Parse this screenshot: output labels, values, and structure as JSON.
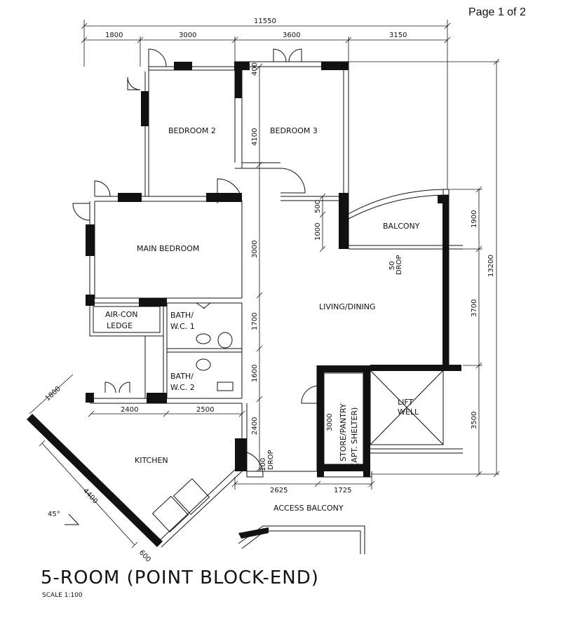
{
  "page_label": "Page 1 of 2",
  "title": "5-ROOM (POINT BLOCK-END)",
  "scale": "SCALE   1:100",
  "rooms": {
    "bedroom2": "BEDROOM  2",
    "bedroom3": "BEDROOM  3",
    "main_bedroom": "MAIN  BEDROOM",
    "balcony": "BALCONY",
    "living_dining": "LIVING/DINING",
    "aircon_ledge_1": "AIR-CON",
    "aircon_ledge_2": "LEDGE",
    "bath1_1": "BATH/",
    "bath1_2": "W.C.  1",
    "bath2_1": "BATH/",
    "bath2_2": "W.C.  2",
    "kitchen": "KITCHEN",
    "store_1": "STORE/PANTRY",
    "store_2": "(APT. SHELTER)",
    "lift_1": "LIFT",
    "lift_2": "WELL",
    "access_balcony": "ACCESS  BALCONY"
  },
  "dimensions": {
    "overall_width": "11550",
    "top_1": "1800",
    "top_2": "3000",
    "top_3": "3600",
    "top_4": "3150",
    "overall_height": "13200",
    "right_1": "1900",
    "right_2": "3700",
    "right_3": "3500",
    "bedroom3_depth": "4100",
    "small_400": "400",
    "bal_500": "500",
    "bal_1000": "1000",
    "living_3000": "3000",
    "bath1_1700": "1700",
    "bath2_1600": "1600",
    "lower_2400": "2400",
    "kitchen_2400": "2400",
    "kitchen_2500": "2500",
    "kitchen_1800": "1800",
    "kitchen_4400": "4400",
    "kitchen_600": "600",
    "store_3000": "3000",
    "access_2625": "2625",
    "access_1725": "1725",
    "drop_50": "50",
    "drop_100": "100",
    "drop_label": "DROP",
    "angle": "45°"
  }
}
